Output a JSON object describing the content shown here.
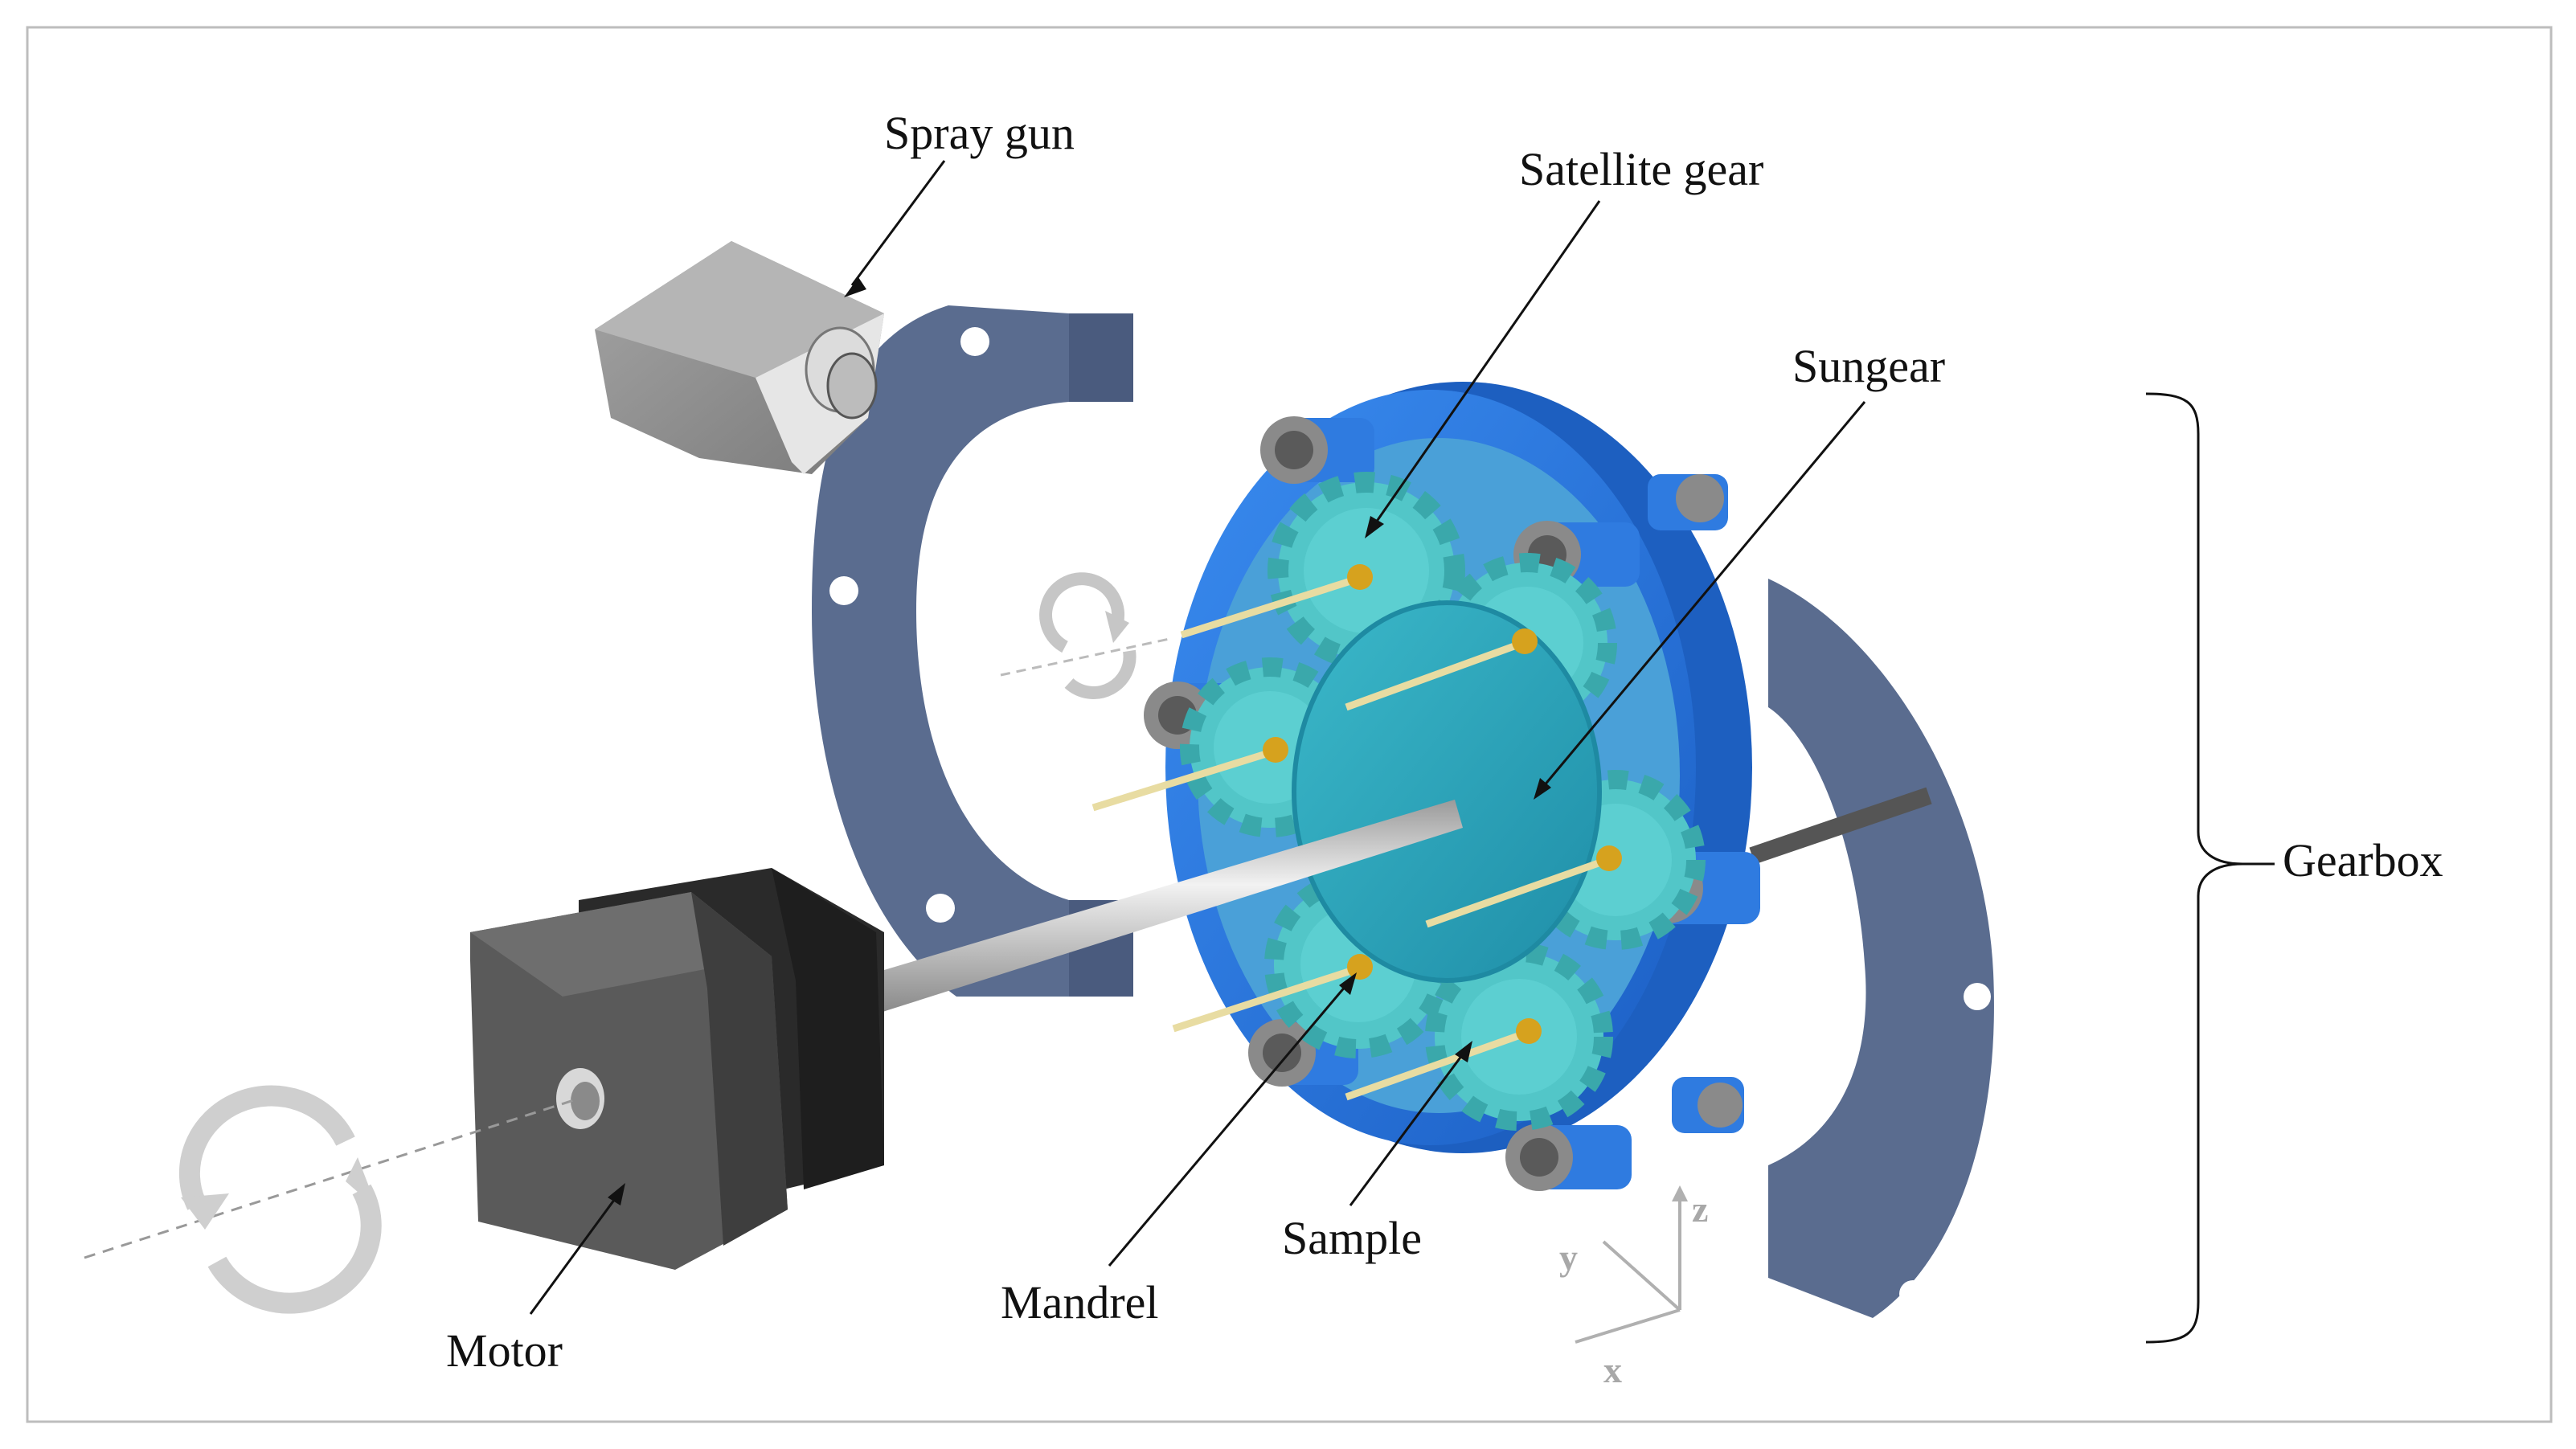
{
  "labels": {
    "spray_gun": "Spray gun",
    "satellite_gear": "Satellite gear",
    "sungear": "Sungear",
    "gearbox": "Gearbox",
    "motor": "Motor",
    "mandrel": "Mandrel",
    "sample": "Sample"
  },
  "axes": {
    "x": "x",
    "y": "y",
    "z": "z"
  },
  "colors": {
    "ring_gear": "#2f7be0",
    "ring_gear_dark": "#1d5fc0",
    "satellite_gear": "#52c6c8",
    "sun_gear": "#2aa3ba",
    "end_plate": "#5a6c8f",
    "motor_body": "#5a5a5a",
    "motor_dark": "#2a2a2a",
    "spray_gun": "#8f8f8f",
    "mandrel": "#c8c8c8",
    "sample_rod": "#e8dca2",
    "brass": "#d6a21e",
    "rotation_arrow": "#c6c6c6"
  }
}
